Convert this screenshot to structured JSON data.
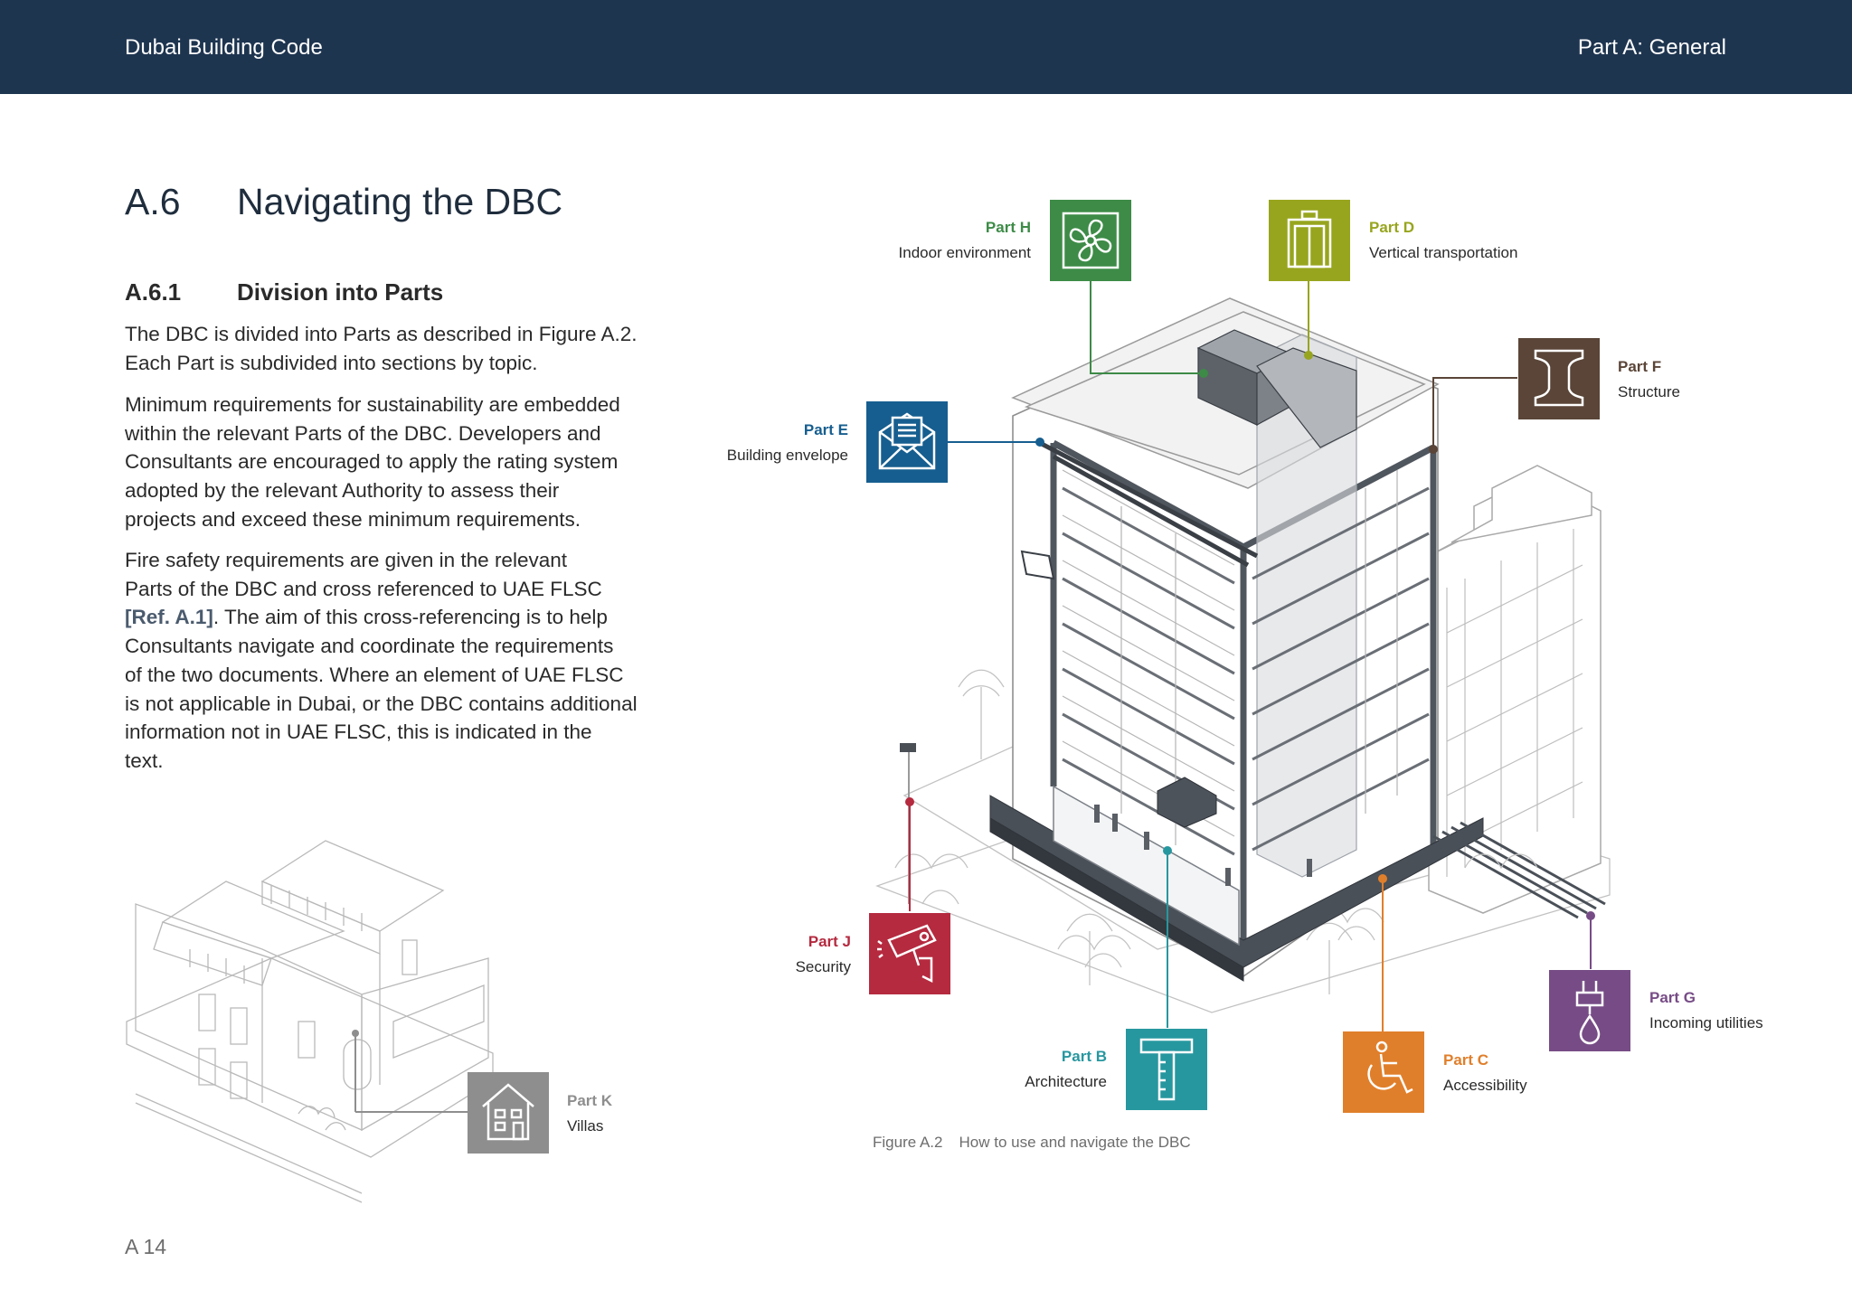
{
  "header": {
    "left": "Dubai Building Code",
    "right": "Part A: General"
  },
  "section": {
    "number": "A.6",
    "title": "Navigating the DBC"
  },
  "subsection": {
    "number": "A.6.1",
    "title": "Division into Parts"
  },
  "paragraphs": {
    "p1": [
      "The DBC is divided into Parts as described in Figure A.2.",
      "Each Part is subdivided into sections by topic."
    ],
    "p2": [
      "Minimum requirements for sustainability are embedded",
      "within the relevant Parts of the DBC. Developers and",
      "Consultants are encouraged to apply the rating system",
      "adopted by the relevant Authority to assess their",
      "projects and exceed these minimum requirements."
    ],
    "p3": {
      "l1": "Fire safety requirements are given in the relevant",
      "l2": "Parts of the DBC and cross referenced to UAE FLSC",
      "ref": "[Ref. A.1]",
      "l3_after": ". The aim of this cross-referencing is to help",
      "l4": "Consultants navigate and coordinate the requirements",
      "l5": "of the two documents. Where an element of UAE FLSC",
      "l6": "is not applicable in Dubai, or the DBC contains additional",
      "l7": "information not in UAE FLSC, this is indicated in the",
      "l8": "text."
    }
  },
  "parts": {
    "h": {
      "name": "Part H",
      "desc": "Indoor environment",
      "color": "#3d8b47",
      "icon": "fan-icon"
    },
    "d": {
      "name": "Part D",
      "desc": "Vertical transportation",
      "color": "#97a51e",
      "icon": "elevator-icon"
    },
    "f": {
      "name": "Part F",
      "desc": "Structure",
      "color": "#5a4538",
      "icon": "i-beam-icon"
    },
    "e": {
      "name": "Part E",
      "desc": "Building envelope",
      "color": "#165e8f",
      "icon": "envelope-icon"
    },
    "j": {
      "name": "Part J",
      "desc": "Security",
      "color": "#b52a3f",
      "icon": "cctv-camera-icon"
    },
    "g": {
      "name": "Part G",
      "desc": "Incoming utilities",
      "color": "#774c86",
      "icon": "plug-icon"
    },
    "b": {
      "name": "Part B",
      "desc": "Architecture",
      "color": "#27979f",
      "icon": "t-square-icon"
    },
    "c": {
      "name": "Part C",
      "desc": "Accessibility",
      "color": "#e07f2b",
      "icon": "wheelchair-icon"
    },
    "k": {
      "name": "Part K",
      "desc": "Villas",
      "color": "#8e8e8e",
      "icon": "house-icon"
    }
  },
  "figure": {
    "number": "Figure A.2",
    "caption": "How to use and navigate the DBC"
  },
  "page_number": "A 14"
}
